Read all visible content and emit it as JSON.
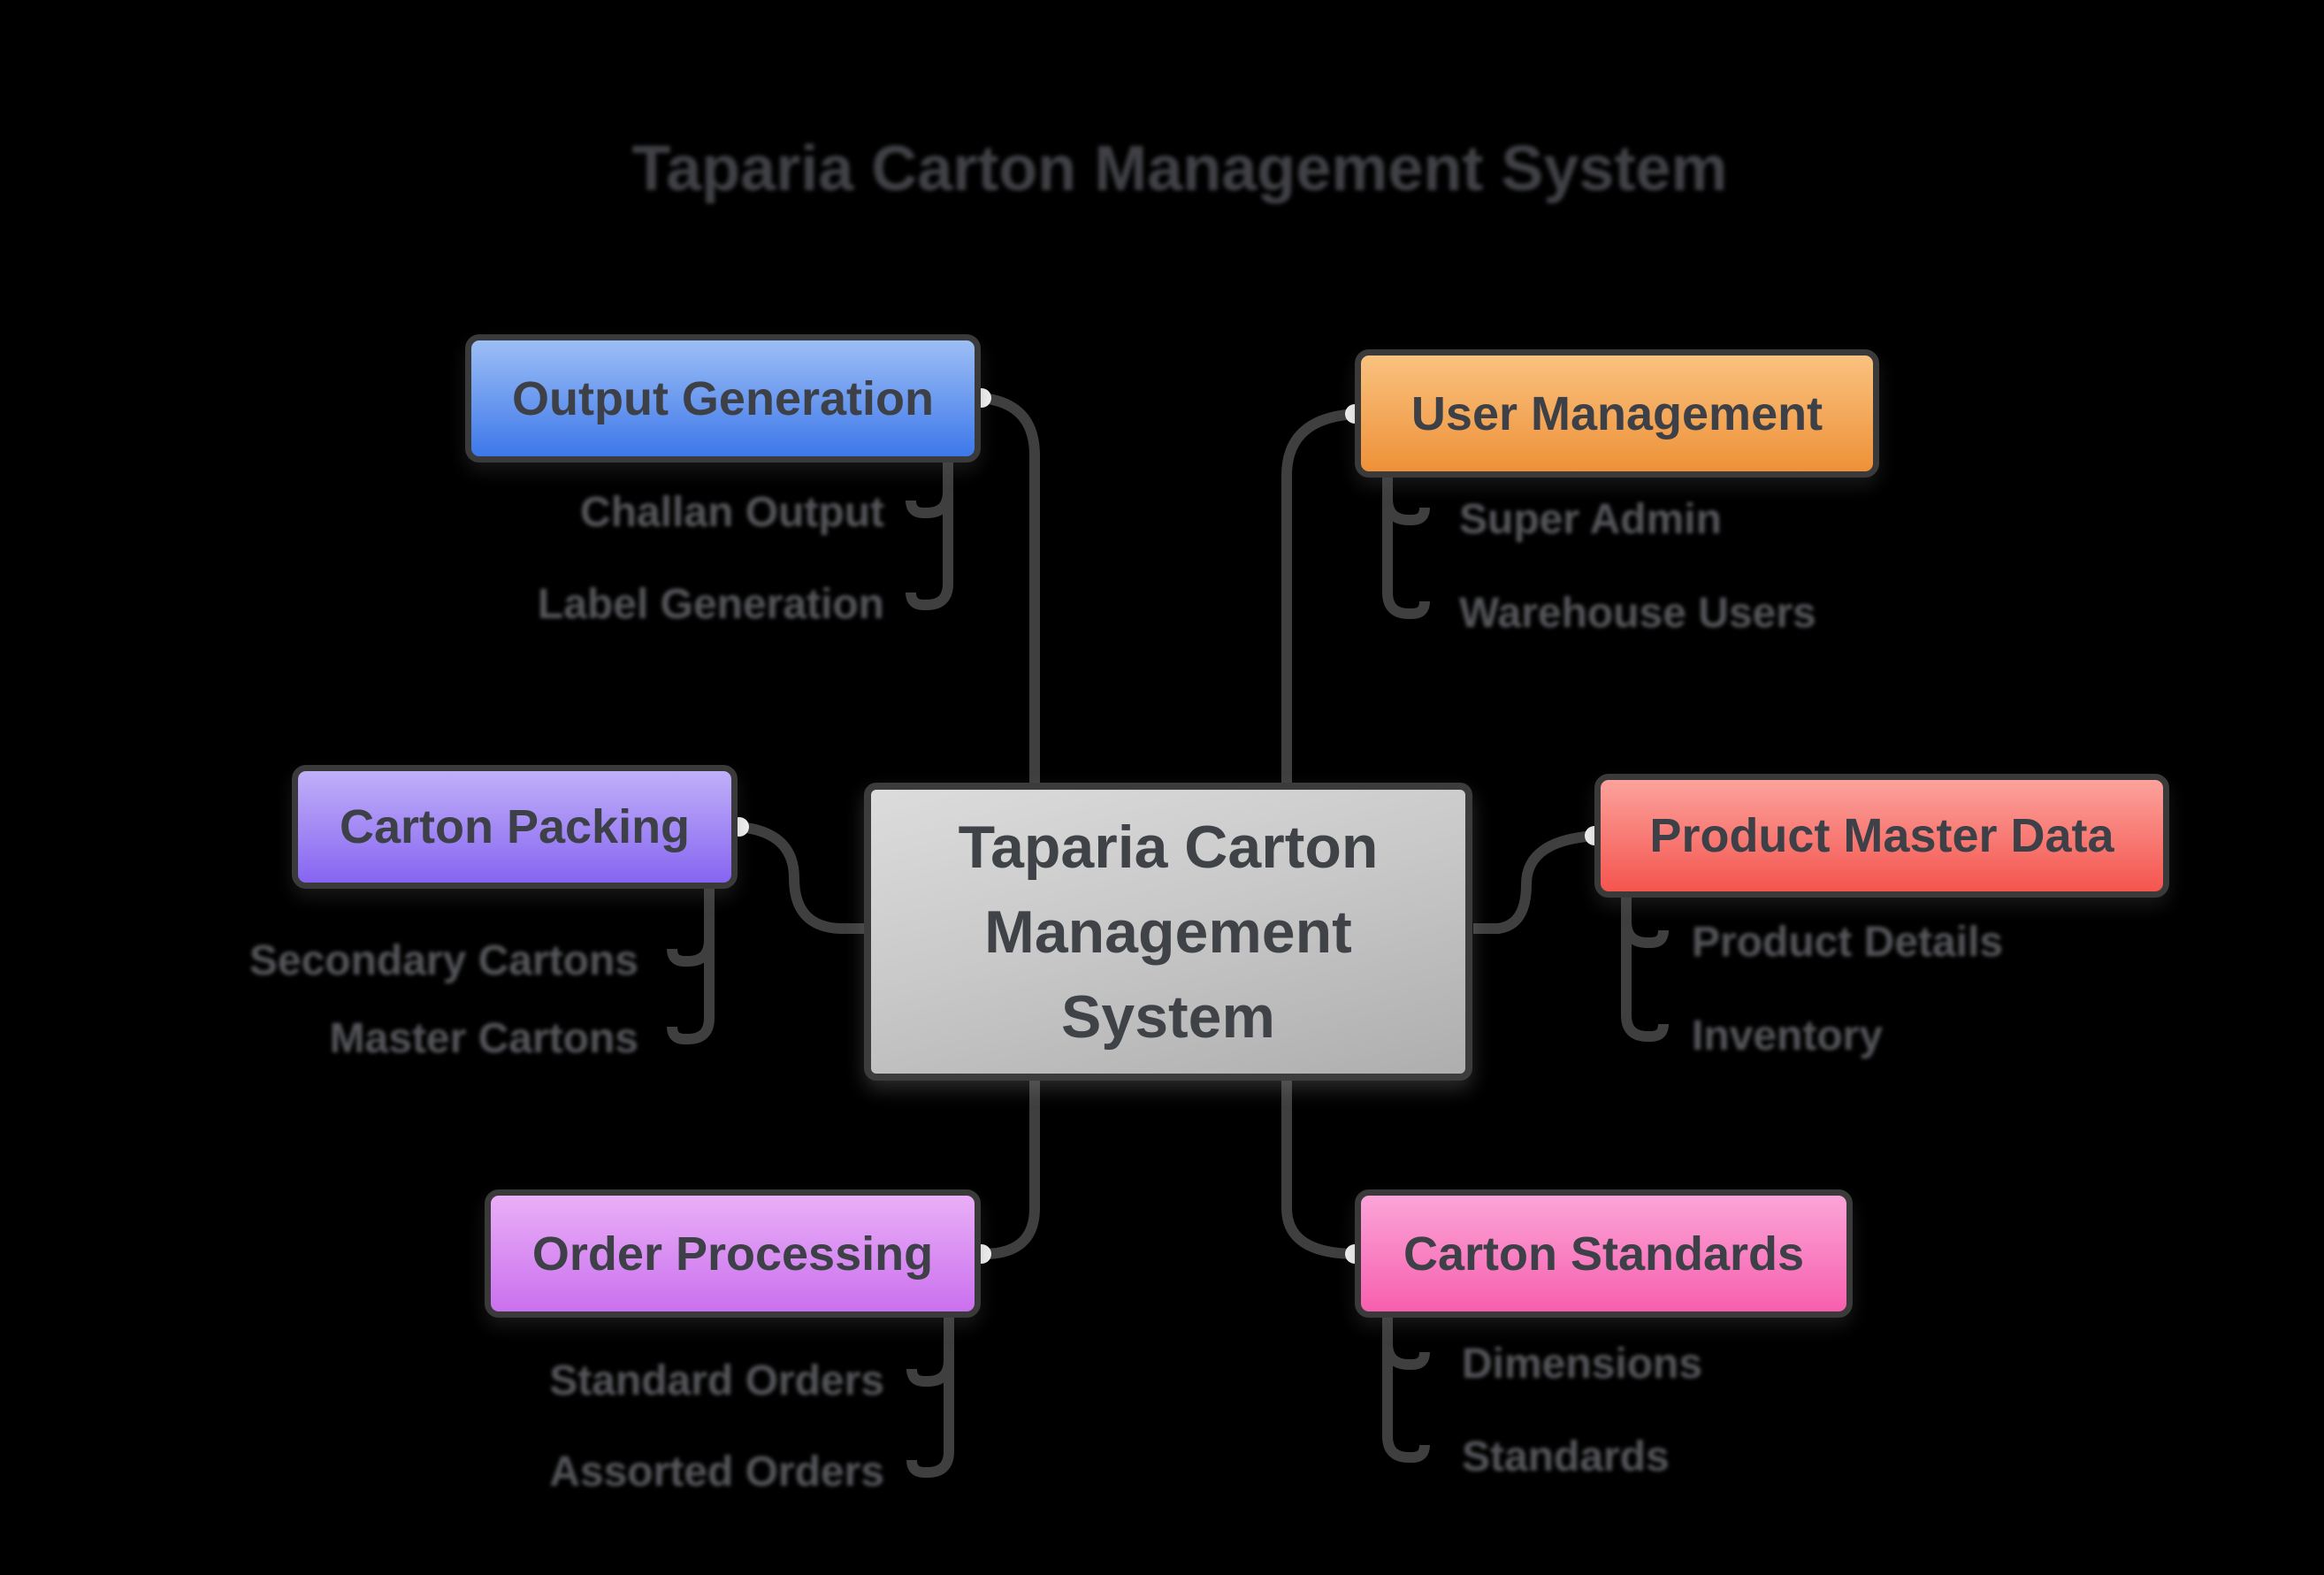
{
  "title": "Taparia Carton Management System",
  "center_node": {
    "lines": [
      "Taparia Carton",
      "Management",
      "System"
    ],
    "full_text": "Taparia Carton Management System"
  },
  "branches": [
    {
      "label": "Output Generation",
      "position": "top-left",
      "accent_top": "#9dbef5",
      "accent_bottom": "#3d78ea",
      "children": [
        "Challan Output",
        "Label Generation"
      ]
    },
    {
      "label": "User Management",
      "position": "top-right",
      "accent_top": "#f9c27f",
      "accent_bottom": "#ee9138",
      "children": [
        "Super Admin",
        "Warehouse Users"
      ]
    },
    {
      "label": "Carton Packing",
      "position": "middle-left",
      "accent_top": "#c0b0f8",
      "accent_bottom": "#8765f1",
      "children": [
        "Secondary Cartons",
        "Master Cartons"
      ]
    },
    {
      "label": "Product Master Data",
      "position": "middle-right",
      "accent_top": "#fca29c",
      "accent_bottom": "#f4554e",
      "children": [
        "Product Details",
        "Inventory"
      ]
    },
    {
      "label": "Order Processing",
      "position": "bottom-left",
      "accent_top": "#e9aff7",
      "accent_bottom": "#ca70ee",
      "children": [
        "Standard Orders",
        "Assorted Orders"
      ]
    },
    {
      "label": "Carton Standards",
      "position": "bottom-right",
      "accent_top": "#fba4d8",
      "accent_bottom": "#f75fae",
      "children": [
        "Dimensions",
        "Standards"
      ]
    }
  ],
  "colors": {
    "background": "#000000",
    "connector": "#3f3f3f",
    "connector_dot": "#f2f2f2",
    "node_text": "#3d4046",
    "child_text": "#55565a",
    "title_text": "#404146",
    "center_fill_top": "#dcdcdc",
    "center_fill_bottom": "#aeaeae"
  }
}
